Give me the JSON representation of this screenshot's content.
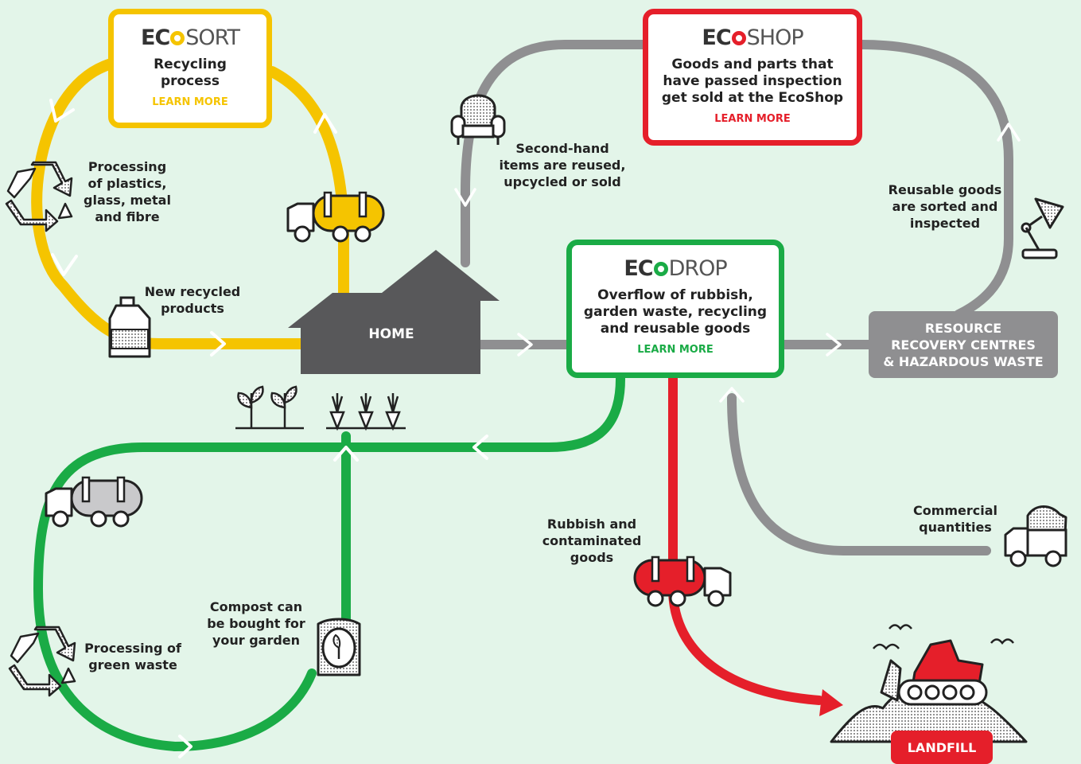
{
  "ecosort": {
    "brand_bold": "EC",
    "brand_light": "SORT",
    "desc_line1": "Recycling",
    "desc_line2": "process",
    "learn_more": "LEARN MORE"
  },
  "ecoshop": {
    "brand_bold": "EC",
    "brand_light": "SHOP",
    "desc_line1": "Goods and parts that",
    "desc_line2": "have passed inspection",
    "desc_line3": "get sold at the EcoShop",
    "learn_more": "LEARN MORE"
  },
  "ecodrop": {
    "brand_bold": "EC",
    "brand_light": "DROP",
    "desc_line1": "Overflow of rubbish,",
    "desc_line2": "garden waste, recycling",
    "desc_line3": "and reusable goods",
    "learn_more": "LEARN MORE"
  },
  "home": {
    "label": "HOME"
  },
  "resource": {
    "line1": "RESOURCE",
    "line2": "RECOVERY CENTRES",
    "line3": "& HAZARDOUS WASTE"
  },
  "landfill": {
    "label": "LANDFILL"
  },
  "labels": {
    "processing_plastics": [
      "Processing",
      "of plastics,",
      "glass, metal",
      "and fibre"
    ],
    "new_recycled": [
      "New recycled",
      "products"
    ],
    "second_hand": [
      "Second-hand",
      "items are reused,",
      "upcycled or sold"
    ],
    "reusable_goods": [
      "Reusable goods",
      "are sorted and",
      "inspected"
    ],
    "commercial": [
      "Commercial",
      "quantities"
    ],
    "rubbish": [
      "Rubbish and",
      "contaminated",
      "goods"
    ],
    "compost": [
      "Compost can",
      "be bought for",
      "your garden"
    ],
    "green_waste": [
      "Processing of",
      "green waste"
    ]
  },
  "colors": {
    "yellow": "#f5c400",
    "red": "#e51f2a",
    "green": "#1aab46",
    "grey": "#8f8f91",
    "dark": "#58585a",
    "background": "#e3f5e9"
  },
  "icons": [
    "recycle-icon",
    "truck-icon",
    "bottle-icon",
    "armchair-icon",
    "lamp-icon",
    "dump-truck-icon",
    "bulldozer-icon",
    "plant-icon",
    "carrot-icon",
    "compost-bag-icon",
    "bird-icon"
  ]
}
